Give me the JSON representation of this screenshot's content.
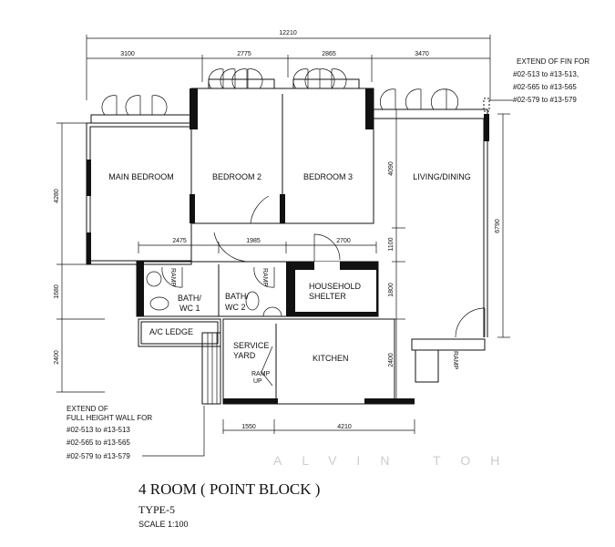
{
  "dimensions": {
    "overall_width": "12210",
    "top": [
      "3100",
      "2775",
      "2865",
      "3470"
    ],
    "middle": [
      "2475",
      "1985",
      "2700"
    ],
    "bottom": [
      "1550",
      "4210"
    ],
    "left": [
      "4280",
      "1680",
      "2400"
    ],
    "right_inner": [
      "4090",
      "1100",
      "1800",
      "2400"
    ],
    "right_outer": "6790"
  },
  "rooms": {
    "main_bedroom": "MAIN BEDROOM",
    "bedroom_2": "BEDROOM 2",
    "bedroom_3": "BEDROOM 3",
    "living_dining": "LIVING/DINING",
    "bath_wc1": [
      "BATH/",
      "WC 1"
    ],
    "bath_wc2": [
      "BATH/",
      "WC 2"
    ],
    "household_shelter": [
      "HOUSEHOLD",
      "SHELTER"
    ],
    "ac_ledge": "A/C LEDGE",
    "service_yard": [
      "SERVICE",
      "YARD"
    ],
    "kitchen": "KITCHEN",
    "ramp_up": [
      "RAMP",
      "UP"
    ]
  },
  "notes": {
    "fin": [
      "EXTEND OF FIN FOR",
      "#02-513 to #13-513,",
      "#02-565 to #13-565",
      "#02-579 to #13-579"
    ],
    "wall": [
      "EXTEND OF",
      "FULL HEIGHT WALL FOR",
      "#02-513 to #13-513",
      "#02-565 to #13-565",
      "#02-579 to #13-579"
    ]
  },
  "watermark": "ALVIN TOH",
  "title": "4 ROOM ( POINT BLOCK )",
  "type": "TYPE-5",
  "scale": "SCALE 1:100"
}
